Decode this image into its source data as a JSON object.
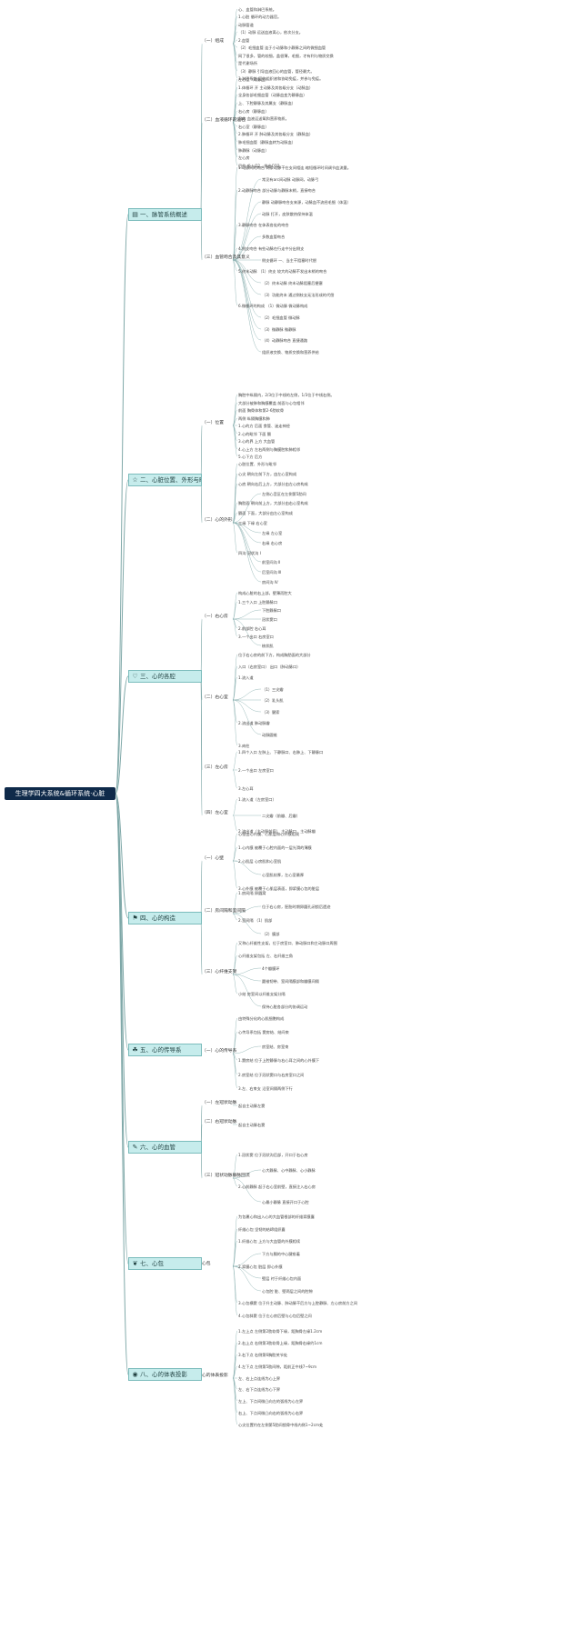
{
  "root": {
    "title": "生理学四大系统&循环系统·心脏"
  },
  "colors": {
    "root_bg": "#0f2a4a",
    "topic_bg": "#c6ecec",
    "topic_border": "#7bbcbc",
    "branch": "#7fa8a8"
  },
  "topics": [
    {
      "id": "t1",
      "icon": "panel-icon",
      "glyph": "▤",
      "label": "一、脉管系统概述",
      "subs": [
        {
          "label": "（一）组成",
          "nodes": [
            "心、血管和淋巴系统。",
            "1.心脏        循环的动力器官。",
            "动脉管道",
            "（1）动脉        运送血液离心，依次分支。",
            "2.血管",
            "（2）毛细血管      连于小动脉和小静脉之间的微细血管",
            "网了很多，管的较细，盖很薄，毛细，才有利与物质交换",
            "是代谢场所",
            "（3）静脉        引导血液回心的血管，管径最大。",
            "3.淋巴系统        回收组织液和协助免疫，并参与免疫。"
          ]
        },
        {
          "label": "（二）血液循环的途径",
          "nodes": [
            "左心室（动脉血）",
            "1.体循环        开   主动脉及其各级分支（动脉血）",
            "全身各部毛细血管（动脉血变为静脉血）",
            "上、下腔静脉及其属支（静脉血）",
            "右心房（静脉血）",
            "目的        血液运送氧和营养物质。",
            "右心室（静脉血）",
            "2.肺循环        开   肺动脉及其各级分支（静脉血）",
            "肺毛细血管（静脉血转为动脉血）",
            "肺静脉（动脉血）",
            "左心房",
            "目的        吸入O2，排出CO2。"
          ]
        },
        {
          "label": "（三）血管吻合及其意义",
          "nodes": [
            "1.动脉间的吻合     两条动脉干在支间相连       缩短循环时间调节血流量。",
            "        常见有arc间动脉       动脉网，动脉弓",
            "2.动静脉吻合       部分动脉与静脉末梢，直接吻合",
            "        静脉        动静脉吻合支来源，动脉血不流经毛细（体温）",
            "        动脉        打开，皮肤散热保持体温",
            "3.静脉吻合        在体表各处的吻合",
            "        多数血管吻合",
            "4.侧支吻合        有些动脉在行走中分出侧支",
            "        侧支循环        一、当主干阻塞时代偿",
            "5.终末动脉        （1）终支        较大的动脉不发出末梢的吻合",
            "        （2）终末动脉     终末动脉阻塞后梗塞",
            "        （3）功能终末     通过侧枝支无法形成的代偿",
            "6.微循环的构成     （1）微动脉        微动脉构成",
            "        （2）毛细血管        微动脉",
            "        （3）微静脉        微静脉",
            "        （4）动静脉吻合       直捷通路",
            "        组织液交换、物质交换和营养供给"
          ]
        }
      ]
    },
    {
      "id": "t2",
      "icon": "star-icon",
      "glyph": "☆",
      "label": "二、心脏位置、外形与毗邻",
      "subs": [
        {
          "label": "（一）位置",
          "nodes": [
            "胸腔中纵隔内，2/3位于中线的左侧，1/3位于中线右侧。",
            "大部分被肺和胸膜覆盖        前面与心包相邻",
            "前面      胸骨体和第2-6肋软骨",
            "两侧      纵隔胸膜和肺",
            "1.心的方          后面      食管、迷走神经",
            "2.心的毗邻        下面      膈",
            "3.心的界            上方      大血管",
            "4.心上方            左右两侧与胸膜腔和肺相邻",
            "5.心下方            后方"
          ]
        },
        {
          "label": "（二）心的外形",
          "nodes": [
            "心脏位置、外形与毗邻",
            "心尖        朝向左前下方，由左心室构成",
            "心底        朝向右后上方，大部分由左心房构成",
            "        左侧心音区在左侧第5肋间",
            "胸肋面        朝向前上方，大部分由右心室构成",
            "膈面          下面，大部分由左心室构成",
            "三缘        下缘        右心室",
            "        左缘        左心室",
            "        右缘        右心房",
            "四沟        冠状沟        Ⅰ",
            "        前室间沟        Ⅱ",
            "        后室间沟        Ⅲ",
            "        房间沟        Ⅳ"
          ]
        }
      ]
    },
    {
      "id": "t3",
      "icon": "heart-icon",
      "glyph": "♡",
      "label": "三、心的各腔",
      "subs": [
        {
          "label": "（一）右心房",
          "nodes": [
            "构成心脏的右上部，壁薄而腔大",
            "1.三个入口        上腔静脉口",
            "        下腔静脉口",
            "        冠状窦口",
            "2.前部腔        右心耳",
            "3.一个出口        右房室口",
            "        梳状肌"
          ]
        },
        {
          "label": "（二）右心室",
          "nodes": [
            "位于右心房的前下方，构成胸肋面的大部分",
            "入口（右房室口）        出口（肺动脉口）",
            "1.流入道",
            "        （1）三尖瓣",
            "        （2）乳头肌",
            "        （3）腱索",
            "2.流出道        肺动脉瓣",
            "        动脉圆锥",
            "3.肉柱"
          ]
        },
        {
          "label": "（三）左心房",
          "nodes": [
            "1.四个入口        左肺上、下静脉口、右肺上、下静脉口",
            "2.一个出口        左房室口",
            "3.左心耳"
          ]
        },
        {
          "label": "（四）左心室",
          "nodes": [
            "1.流入道（左房室口）",
            "        二尖瓣（前瓣、后瓣）",
            "2.流出道（主动脉前庭）        主动脉口、主动脉瓣"
          ]
        }
      ]
    },
    {
      "id": "t4",
      "icon": "flag-icon",
      "glyph": "⚑",
      "label": "四、心的构造",
      "subs": [
        {
          "label": "（一）心壁",
          "nodes": [
            "心壁由心内膜、心肌层和心外膜组成",
            "1.心内膜        被覆于心腔内面的一层光滑的薄膜",
            "2.心肌层        心房肌和心室肌",
            "        心室肌较厚，左心室最厚",
            "3.心外膜        被覆于心肌层表面，即浆膜心包的脏层"
          ]
        },
        {
          "label": "（二）房间隔和室间隔",
          "nodes": [
            "1.房间隔        卵圆窝",
            "        位于右心房，胚胎时期卵圆孔闭锁后遗迹",
            "2.室间隔        （1）肌部",
            "        （2）膜部"
          ]
        },
        {
          "label": "（三）心纤维支架",
          "nodes": [
            "又称心纤维性支架，位于房室口、肺动脉口和主动脉口周围",
            "心纤维支架包括        左、右纤维三角",
            "        4个瓣膜环",
            "        圆锥韧带、室间隔膜部和瓣膜间隔",
            "小结        房室间以纤维支架分隔",
            "        保持心脏各部分的协调运动"
          ]
        }
      ]
    },
    {
      "id": "t5",
      "icon": "bell-icon",
      "glyph": "☘",
      "label": "五、心的传导系",
      "subs": [
        {
          "label": "（一）心的传导系",
          "nodes": [
            "由特殊分化的心肌细胞构成",
            "心传导系包括        窦房结、结间束",
            "        房室结、房室束",
            "1.窦房结        位于上腔静脉与右心耳之间的心外膜下",
            "2.房室结        位于冠状窦口与右房室口之间",
            "3.左、右束支        沿室间隔两侧下行"
          ]
        }
      ]
    },
    {
      "id": "t6",
      "icon": "pen-icon",
      "glyph": "✎",
      "label": "六、心的血管",
      "subs": [
        {
          "label": "（一）左冠状动脉",
          "nodes": [
            "起自主动脉左窦"
          ]
        },
        {
          "label": "（二）右冠状动脉",
          "nodes": [
            "起自主动脉右窦"
          ]
        },
        {
          "label": "（三）冠状动脉静脉回流",
          "nodes": [
            "1.冠状窦        位于冠状沟后部，开口于右心房",
            "        心大静脉、心中静脉、心小静脉",
            "2.心前静脉        起于右心室前壁，直接注入右心房",
            "        心最小静脉        直接开口于心腔"
          ]
        }
      ]
    },
    {
      "id": "t7",
      "icon": "leaf-icon",
      "glyph": "❦",
      "label": "七、心包",
      "subs": [
        {
          "label": "心包",
          "nodes": [
            "为包裹心和出入心的大血管根部的纤维浆膜囊",
            "纤维心包        坚韧的结缔组织囊",
            "1.纤维心包        上方与大血管的外膜相续",
            "        下方与膈的中心腱愈着",
            "2.浆膜心包        脏层        即心外膜",
            "        壁层        衬于纤维心包内面",
            "        心包腔        脏、壁两层之间的腔隙",
            "3.心包横窦        位于升主动脉、肺动脉干后方与上腔静脉、左心房前方之间",
            "4.心包斜窦        位于左心房后壁与心包后壁之间"
          ]
        }
      ]
    },
    {
      "id": "t8",
      "icon": "target-icon",
      "glyph": "◉",
      "label": "八、心的体表投影",
      "subs": [
        {
          "label": "心的体表投影",
          "nodes": [
            "1.左上点        左侧第2肋软骨下缘，距胸骨左缘1.2cm",
            "2.右上点        右侧第3肋软骨上缘，距胸骨右缘约1cm",
            "3.右下点        右侧第6胸肋关节处",
            "4.左下点        左侧第5肋间隙，距前正中线7~9cm",
            "左、右上点连线为心上界",
            "左、右下点连线为心下界",
            "左上、下点间微凸向左的弧线为心左界",
            "右上、下点间微凸向右的弧线为心右界",
            "心尖位置约在左侧第5肋间锁骨中线内侧1~2cm处"
          ]
        }
      ]
    }
  ]
}
